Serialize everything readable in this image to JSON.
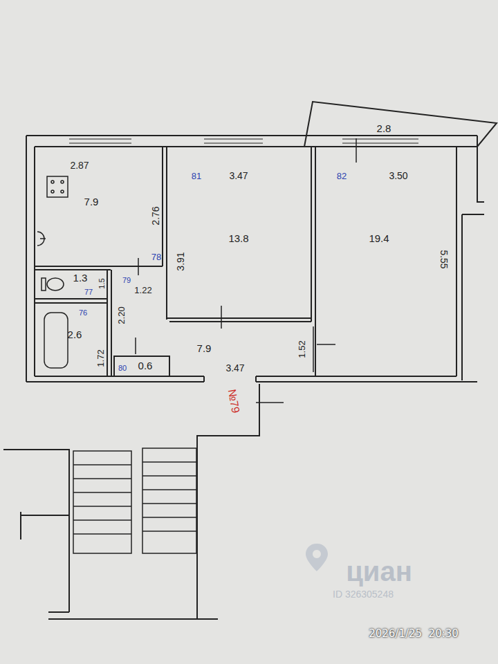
{
  "diagram": {
    "nodes": [
      {
        "text": [
          "2.8"
        ]
      },
      {
        "text": [
          "7.9"
        ]
      },
      {
        "text": [
          "13.8"
        ]
      },
      {
        "text": [
          "19.4"
        ]
      },
      {
        "text": [
          "1.3"
        ]
      },
      {
        "text": [
          "2.6"
        ]
      },
      {
        "text": [
          "7.9"
        ]
      },
      {
        "text": [
          "0.6"
        ],
        "in": 6
      }
    ],
    "labels": [
      "2.87",
      "2.76",
      "81",
      "3.47",
      "3.91",
      "82",
      "3.50",
      "5.55",
      "78",
      "79",
      "77",
      "1.5",
      "1.22",
      "76",
      "2.20",
      "1.72",
      "80",
      "3.47",
      "1.52",
      "№79",
      "циан",
      "ID 326305248",
      "2026/1/25  20:30"
    ]
  }
}
